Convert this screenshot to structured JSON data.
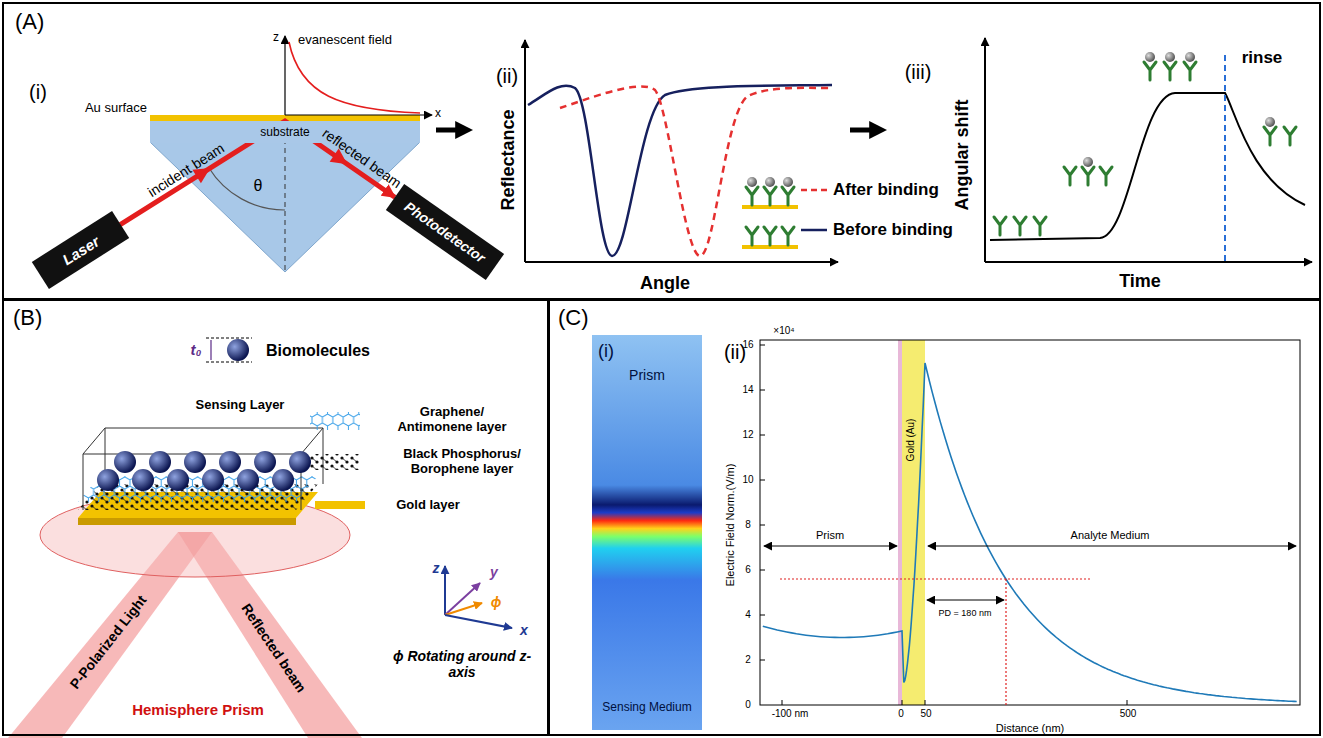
{
  "diagram": {
    "nodes": [
      {
        "text": [
          "(A)"
        ]
      },
      {
        "text": [
          "substrate"
        ],
        "in": 0
      },
      {
        "text": [
          "Laser"
        ],
        "in": 0
      },
      {
        "text": [
          "Photodetector"
        ],
        "in": 0
      },
      {
        "text": [
          "(B)"
        ]
      },
      {
        "text": [
          "(C)"
        ]
      },
      {
        "text": [
          "(i)",
          "Prism",
          "Sensing Medium"
        ],
        "in": 5
      }
    ],
    "edges": [
      {
        "from": 2,
        "to": 3,
        "arrow": "to"
      }
    ],
    "labels": [
      "(i)",
      "z",
      "evanescent field",
      "x",
      "Au surface",
      "incident beam",
      "reflected beam",
      "θ",
      "(ii)",
      "Reflectance",
      "Angle",
      "(iii)",
      "Angular shift",
      "Time",
      "rinse",
      "t₀",
      "Biomolecules",
      "Sensing Layer",
      "Graphene/ Antimonene layer",
      "Black Phosphorus/ Borophene layer",
      "Gold layer",
      "z",
      "y",
      "ϕ",
      "x",
      "ϕ Rotating around z- axis",
      "P-Polarized Light",
      "Reflected beam",
      "Hemisphere Prism",
      "(ii)",
      "×10⁴",
      "16",
      "14",
      "12",
      "10",
      "8",
      "6",
      "4",
      "2",
      "0",
      "Electric Field Norm.(V/m)",
      "Prism",
      "Gold (Au)",
      "Analyte Medium",
      "PD = 180 nm",
      "-100 nm",
      "0",
      "50",
      "500",
      "Distance (nm)"
    ],
    "legend": [
      {
        "text": "After binding"
      },
      {
        "text": "Before binding"
      }
    ]
  }
}
